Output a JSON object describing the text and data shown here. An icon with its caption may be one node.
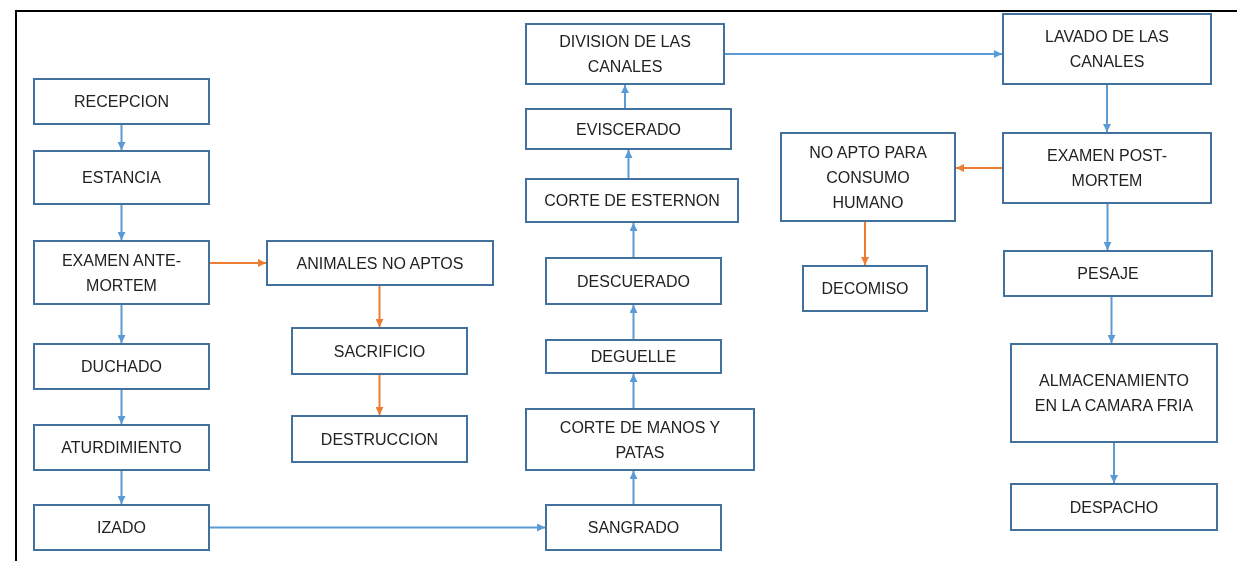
{
  "diagram": {
    "nodes": [
      {
        "text": [
          "RECEPCION"
        ]
      },
      {
        "text": [
          "ESTANCIA"
        ]
      },
      {
        "text": [
          "EXAMEN ANTE-MORTEM"
        ]
      },
      {
        "text": [
          "ANIMALES NO APTOS"
        ]
      },
      {
        "text": [
          "SACRIFICIO"
        ]
      },
      {
        "text": [
          "DESTRUCCION"
        ]
      },
      {
        "text": [
          "DUCHADO"
        ]
      },
      {
        "text": [
          "ATURDIMIENTO"
        ]
      },
      {
        "text": [
          "IZADO"
        ]
      },
      {
        "text": [
          "SANGRADO"
        ]
      },
      {
        "text": [
          "CORTE DE MANOS Y PATAS"
        ]
      },
      {
        "text": [
          "DEGUELLE"
        ]
      },
      {
        "text": [
          "DESCUERADO"
        ]
      },
      {
        "text": [
          "CORTE DE ESTERNON"
        ]
      },
      {
        "text": [
          "EVISCERADO"
        ]
      },
      {
        "text": [
          "DIVISION DE LAS CANALES"
        ]
      },
      {
        "text": [
          "LAVADO DE LAS CANALES"
        ]
      },
      {
        "text": [
          "EXAMEN POST-MORTEM"
        ]
      },
      {
        "text": [
          "NO APTO PARA CONSUMO HUMANO"
        ]
      },
      {
        "text": [
          "DECOMISO"
        ]
      },
      {
        "text": [
          "PESAJE"
        ]
      },
      {
        "text": [
          "ALMACENAMIENTO EN LA CAMARA FRIA"
        ]
      },
      {
        "text": [
          "DESPACHO"
        ]
      }
    ],
    "edges": [
      {
        "from": 0,
        "to": 1,
        "arrow": "to"
      },
      {
        "from": 1,
        "to": 2,
        "arrow": "to"
      },
      {
        "from": 2,
        "to": 3,
        "arrow": "to",
        "color": "#ed7d31"
      },
      {
        "from": 3,
        "to": 4,
        "arrow": "to",
        "color": "#ed7d31"
      },
      {
        "from": 4,
        "to": 5,
        "arrow": "to",
        "color": "#ed7d31"
      },
      {
        "from": 2,
        "to": 6,
        "arrow": "to"
      },
      {
        "from": 6,
        "to": 7,
        "arrow": "to"
      },
      {
        "from": 7,
        "to": 8,
        "arrow": "to"
      },
      {
        "from": 8,
        "to": 9,
        "arrow": "to"
      },
      {
        "from": 9,
        "to": 10,
        "arrow": "to"
      },
      {
        "from": 10,
        "to": 11,
        "arrow": "to"
      },
      {
        "from": 11,
        "to": 12,
        "arrow": "to"
      },
      {
        "from": 12,
        "to": 13,
        "arrow": "to"
      },
      {
        "from": 13,
        "to": 14,
        "arrow": "to"
      },
      {
        "from": 14,
        "to": 15,
        "arrow": "to"
      },
      {
        "from": 15,
        "to": 16,
        "arrow": "to"
      },
      {
        "from": 16,
        "to": 17,
        "arrow": "to"
      },
      {
        "from": 17,
        "to": 18,
        "arrow": "to",
        "color": "#ed7d31"
      },
      {
        "from": 18,
        "to": 19,
        "arrow": "to",
        "color": "#ed7d31"
      },
      {
        "from": 17,
        "to": 20,
        "arrow": "to"
      },
      {
        "from": 20,
        "to": 21,
        "arrow": "to"
      },
      {
        "from": 21,
        "to": 22,
        "arrow": "to"
      }
    ]
  }
}
